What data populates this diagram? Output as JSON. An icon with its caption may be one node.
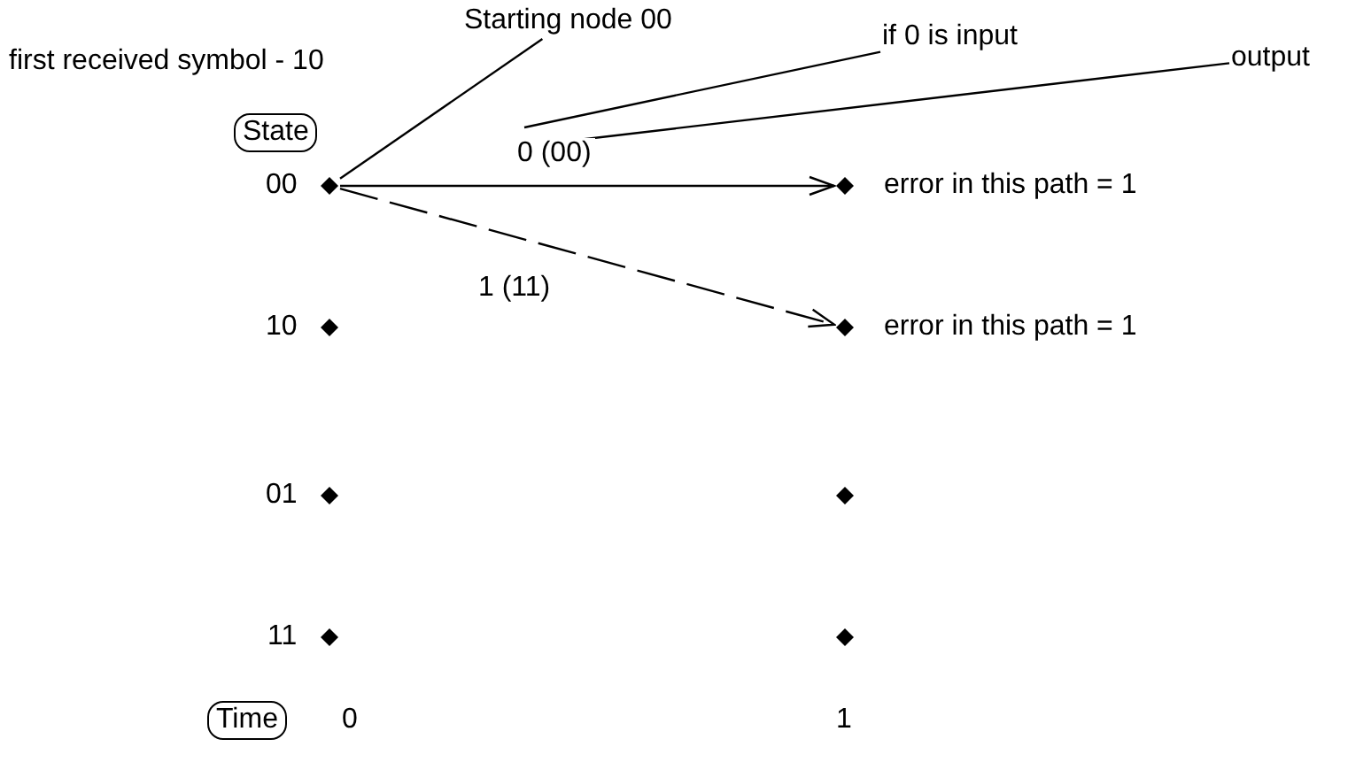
{
  "diagram": {
    "nodes": [
      {
        "text": [
          "Starting node 00"
        ]
      },
      {
        "text": [
          "if 0 is input"
        ]
      },
      {
        "text": [
          "output"
        ]
      },
      {
        "text": [
          "State"
        ]
      },
      {
        "text": [
          "Time"
        ]
      },
      {
        "text": [],
        "shape": "diamond",
        "beside": [
          "00"
        ]
      },
      {
        "text": [],
        "shape": "diamond",
        "beside": [
          "10"
        ]
      },
      {
        "text": [],
        "shape": "diamond",
        "beside": [
          "01"
        ]
      },
      {
        "text": [],
        "shape": "diamond",
        "beside": [
          "11"
        ]
      },
      {
        "text": [],
        "shape": "diamond",
        "beside": [
          "error in this path = 1"
        ]
      },
      {
        "text": [],
        "shape": "diamond",
        "beside": [
          "error in this path = 1"
        ]
      },
      {
        "text": [],
        "shape": "diamond"
      },
      {
        "text": [],
        "shape": "diamond"
      }
    ],
    "edges": [
      {
        "from": 0,
        "to": 5,
        "arrow": "none"
      },
      {
        "from": 5,
        "to": 9,
        "arrow": "to",
        "label": "0 (00)"
      },
      {
        "from": 5,
        "to": 10,
        "arrow": "to",
        "label": "1 (11)",
        "style": "dashed"
      },
      {
        "from": 1,
        "to": null,
        "arrow": "none"
      },
      {
        "from": 2,
        "to": null,
        "arrow": "none"
      }
    ],
    "labels": [
      "first received symbol - 10",
      "0",
      "1"
    ]
  }
}
